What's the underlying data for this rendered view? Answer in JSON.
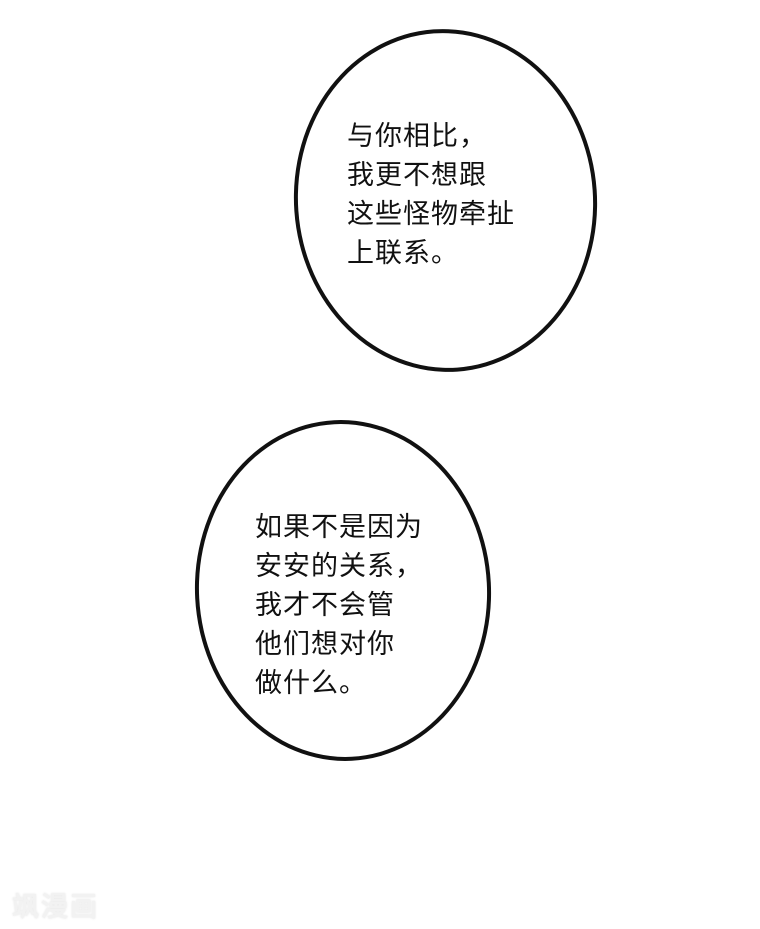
{
  "page": {
    "background": "#ffffff",
    "stroke_color": "#111111"
  },
  "bubbles": [
    {
      "lines": [
        "与你相比，",
        "我更不想跟",
        "这些怪物牵扯",
        "上联系。"
      ]
    },
    {
      "lines": [
        "如果不是因为",
        "安安的关系，",
        "我才不会管",
        "他们想对你",
        "做什么。"
      ]
    }
  ],
  "watermark": {
    "text": "飒漫画"
  }
}
